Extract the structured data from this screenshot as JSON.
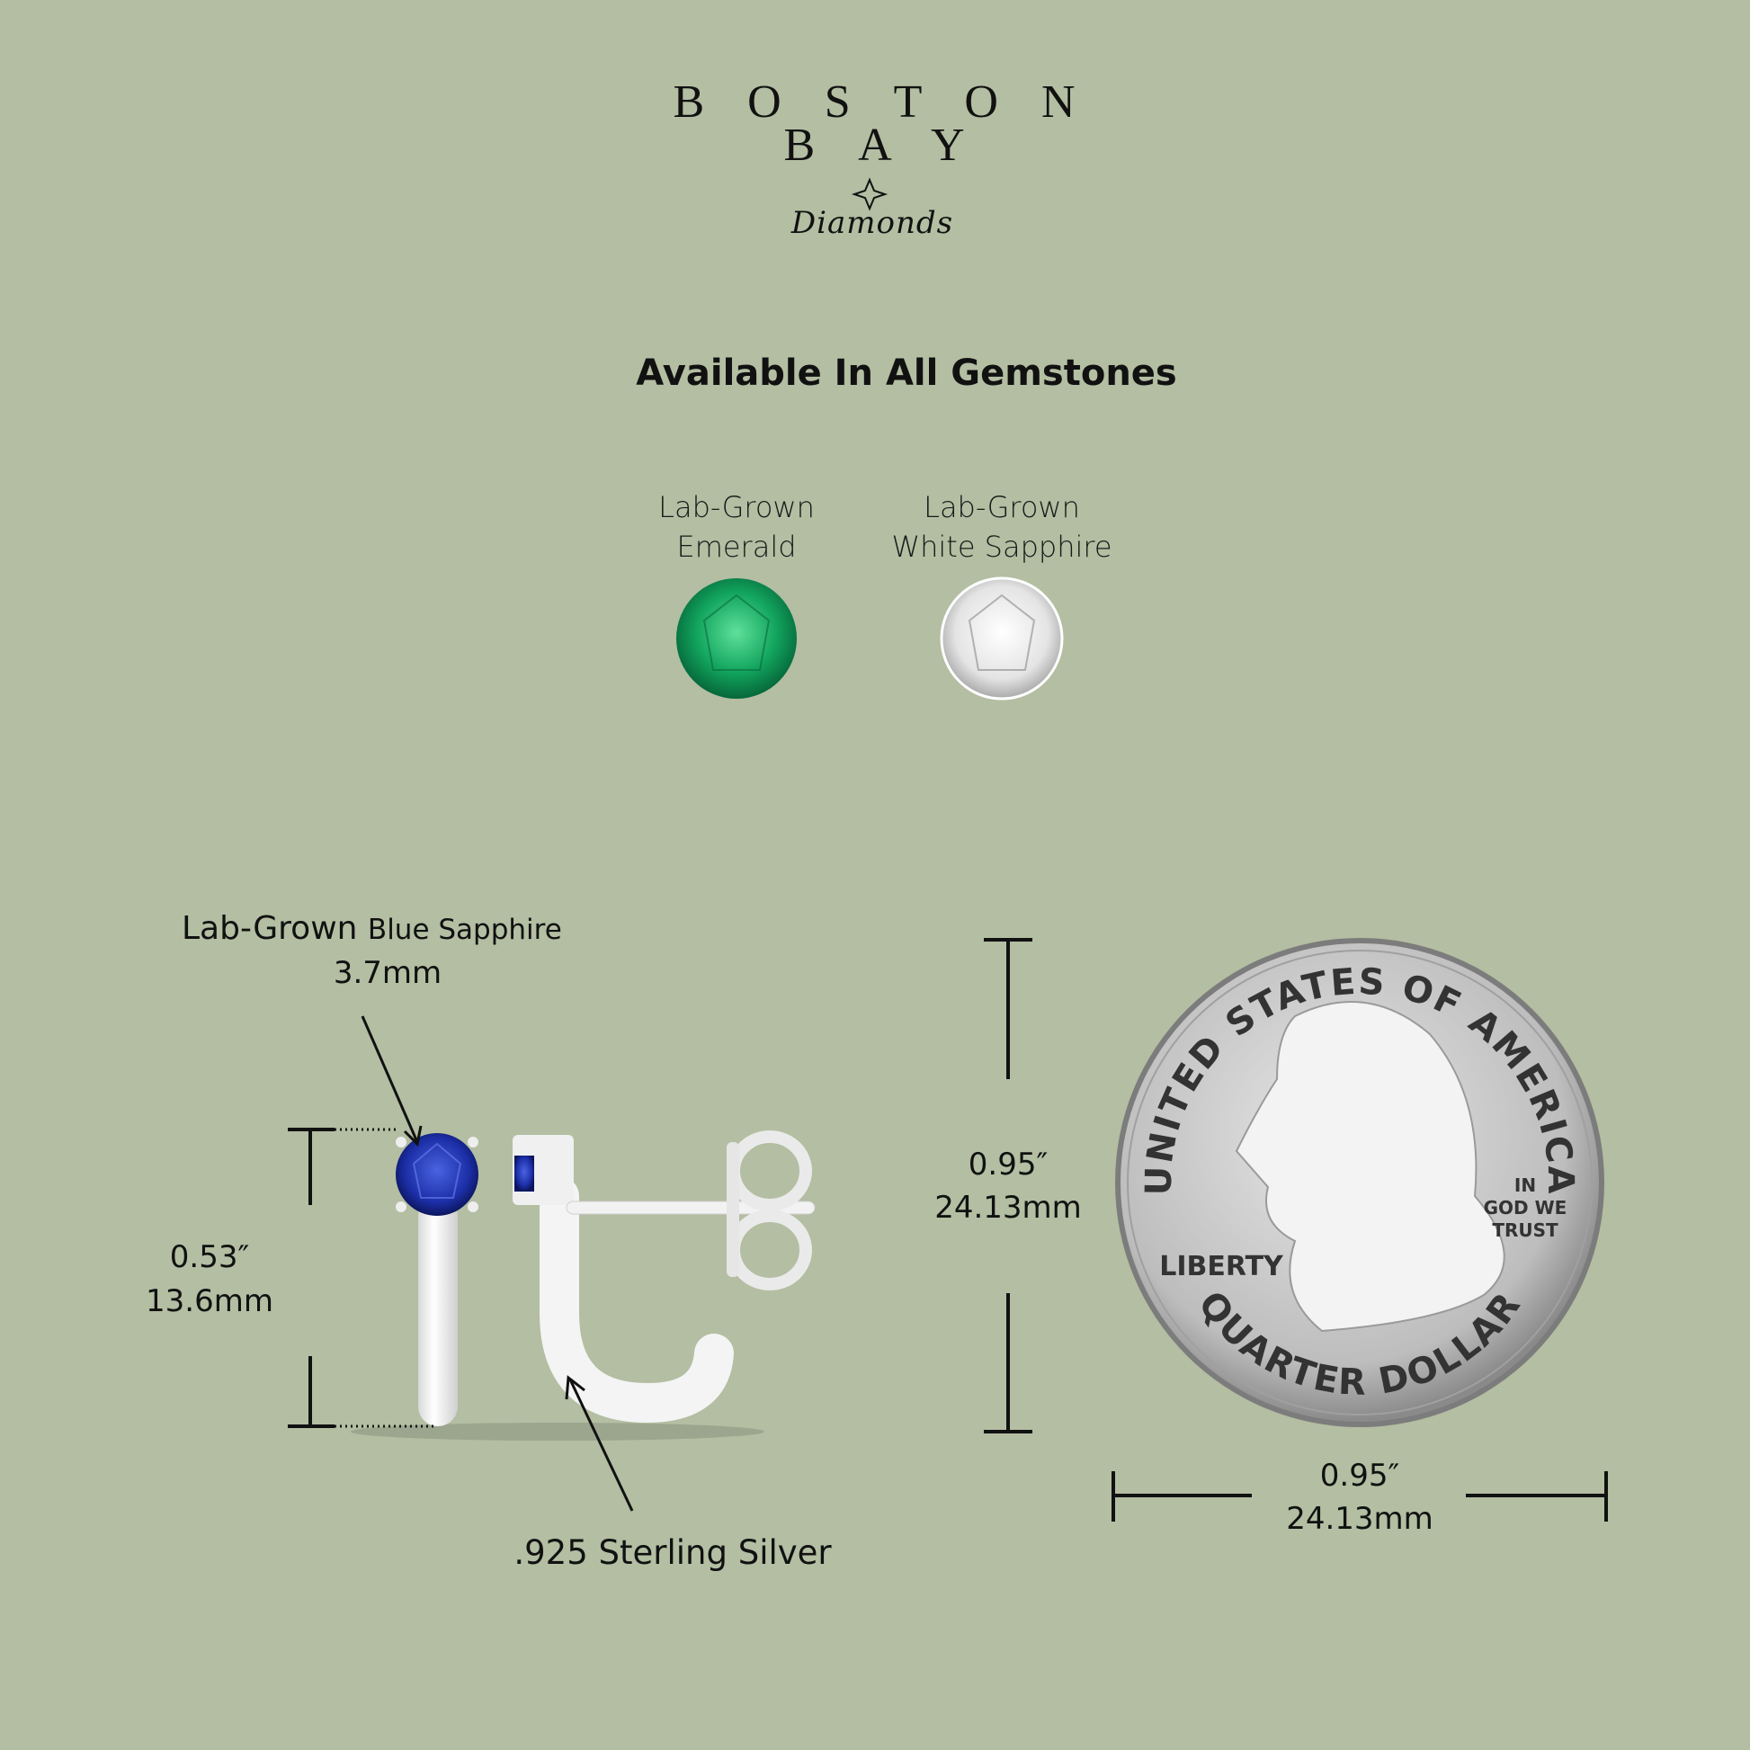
{
  "logo": {
    "line1": "BOSTON",
    "line2": "BAY",
    "line3": "Diamonds"
  },
  "title": "Available In All Gemstones",
  "gemstones": [
    {
      "line1": "Lab-Grown",
      "line2": "Emerald",
      "color": "#0fa05a"
    },
    {
      "line1": "Lab-Grown",
      "line2": "White Sapphire",
      "color": "#f2f2f2"
    }
  ],
  "featured_stone": {
    "prefix": "Lab-Grown",
    "name": "Blue Sapphire",
    "size": "3.7mm",
    "color": "#1c2fa8"
  },
  "earring_height": {
    "inches": "0.53″",
    "mm": "13.6mm"
  },
  "metal": ".925 Sterling Silver",
  "coin": {
    "top": "UNITED STATES OF AMERICA",
    "bottom": "QUARTER DOLLAR",
    "liberty": "LIBERTY",
    "motto": [
      "IN",
      "GOD WE",
      "TRUST"
    ]
  },
  "coin_height": {
    "inches": "0.95″",
    "mm": "24.13mm"
  },
  "coin_width": {
    "inches": "0.95″",
    "mm": "24.13mm"
  }
}
